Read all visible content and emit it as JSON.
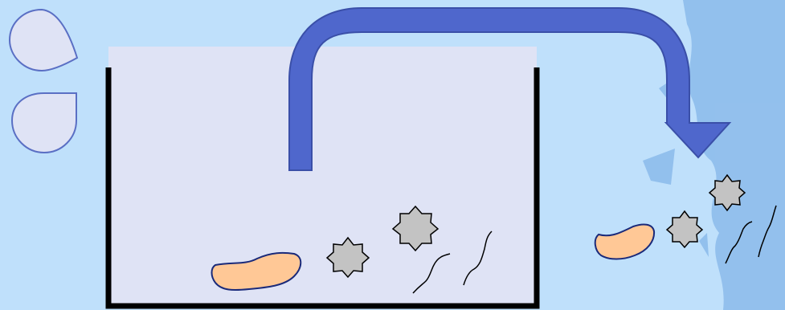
{
  "diagram": {
    "colors": {
      "background": "#bfe0fb",
      "tank_fill": "#dfe3f5",
      "tank_wall": "#000000",
      "arrow_fill": "#4f67cc",
      "arrow_stroke": "#3a4fa8",
      "drop_fill": "#dfe3f5",
      "drop_stroke": "#5a6fc4",
      "particle_fill": "#c3c3c3",
      "particle_stroke": "#000000",
      "blob_fill": "#ffc896",
      "blob_stroke": "#1a2a7a",
      "fiber_stroke": "#000000",
      "splash": "#6fa6e2"
    },
    "icons": [
      "water-drop-icon",
      "water-drop-icon"
    ],
    "tank_contents": [
      "organic-blob",
      "star-particle",
      "star-particle",
      "fiber",
      "fiber"
    ],
    "output_contents": [
      "organic-blob",
      "star-particle",
      "star-particle",
      "fiber",
      "fiber"
    ]
  }
}
